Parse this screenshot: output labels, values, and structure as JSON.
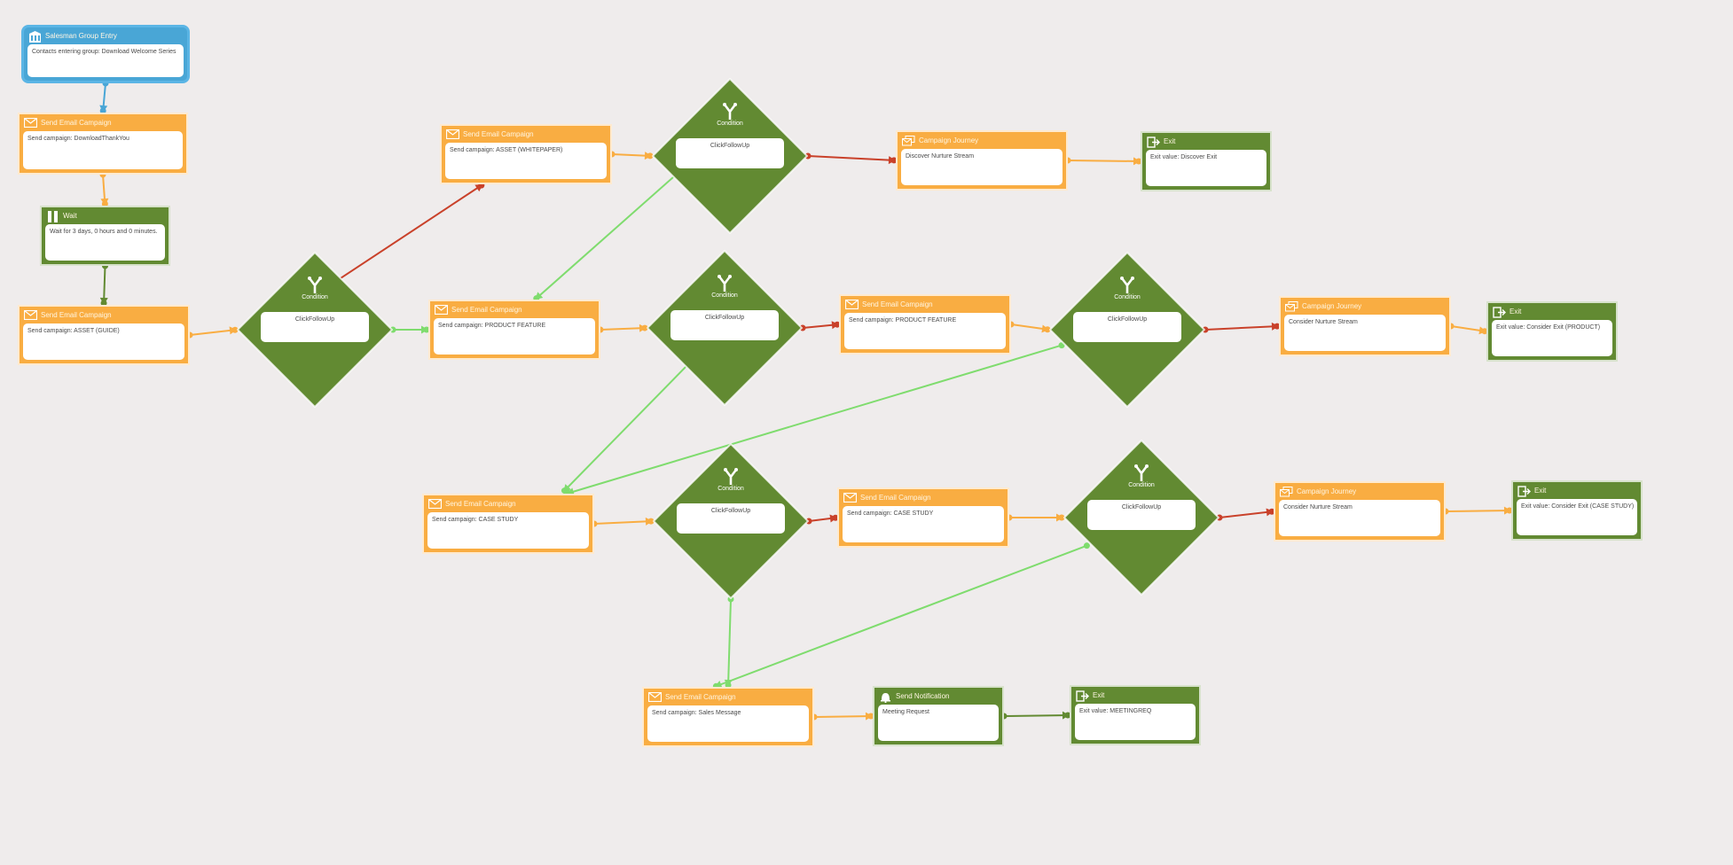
{
  "nodes": [
    {
      "id": "entry",
      "kind": "box",
      "color": "blue",
      "icon": "group-entry-icon",
      "header": "Salesman Group Entry",
      "body": "Contacts entering group: Download Welcome Series"
    },
    {
      "id": "email_thanks",
      "kind": "box",
      "color": "orange",
      "icon": "envelope-icon",
      "header": "Send Email Campaign",
      "body": "Send campaign: DownloadThankYou"
    },
    {
      "id": "wait",
      "kind": "box",
      "color": "green",
      "icon": "pause-icon",
      "header": "Wait",
      "body": "Wait for 3 days, 0 hours and 0 minutes."
    },
    {
      "id": "email_guide",
      "kind": "box",
      "color": "orange",
      "icon": "envelope-icon",
      "header": "Send Email Campaign",
      "body": "Send campaign: ASSET (GUIDE)"
    },
    {
      "id": "cond1",
      "kind": "diamond",
      "icon": "fork-icon",
      "header": "Condition",
      "body": "ClickFollowUp"
    },
    {
      "id": "email_whitepaper",
      "kind": "box",
      "color": "orange",
      "icon": "envelope-icon",
      "header": "Send Email Campaign",
      "body": "Send campaign: ASSET (WHITEPAPER)"
    },
    {
      "id": "cond2",
      "kind": "diamond",
      "icon": "fork-icon",
      "header": "Condition",
      "body": "ClickFollowUp"
    },
    {
      "id": "journey_discover",
      "kind": "box",
      "color": "orange",
      "icon": "journey-icon",
      "header": "Campaign Journey",
      "body": "Discover Nurture Stream"
    },
    {
      "id": "exit_discover",
      "kind": "box",
      "color": "green",
      "icon": "exit-icon",
      "header": "Exit",
      "body": "Exit value: Discover Exit"
    },
    {
      "id": "email_product",
      "kind": "box",
      "color": "orange",
      "icon": "envelope-icon",
      "header": "Send Email Campaign",
      "body": "Send campaign: PRODUCT FEATURE"
    },
    {
      "id": "cond3",
      "kind": "diamond",
      "icon": "fork-icon",
      "header": "Condition",
      "body": "ClickFollowUp"
    },
    {
      "id": "email_product2",
      "kind": "box",
      "color": "orange",
      "icon": "envelope-icon",
      "header": "Send Email Campaign",
      "body": "Send campaign: PRODUCT FEATURE"
    },
    {
      "id": "cond4",
      "kind": "diamond",
      "icon": "fork-icon",
      "header": "Condition",
      "body": "ClickFollowUp"
    },
    {
      "id": "journey_consider1",
      "kind": "box",
      "color": "orange",
      "icon": "journey-icon",
      "header": "Campaign Journey",
      "body": "Consider Nurture Stream"
    },
    {
      "id": "exit_product",
      "kind": "box",
      "color": "green",
      "icon": "exit-icon",
      "header": "Exit",
      "body": "Exit value: Consider Exit (PRODUCT)"
    },
    {
      "id": "email_case",
      "kind": "box",
      "color": "orange",
      "icon": "envelope-icon",
      "header": "Send Email Campaign",
      "body": "Send campaign: CASE STUDY"
    },
    {
      "id": "cond5",
      "kind": "diamond",
      "icon": "fork-icon",
      "header": "Condition",
      "body": "ClickFollowUp"
    },
    {
      "id": "email_case2",
      "kind": "box",
      "color": "orange",
      "icon": "envelope-icon",
      "header": "Send Email Campaign",
      "body": "Send campaign: CASE STUDY"
    },
    {
      "id": "cond6",
      "kind": "diamond",
      "icon": "fork-icon",
      "header": "Condition",
      "body": "ClickFollowUp"
    },
    {
      "id": "journey_consider2",
      "kind": "box",
      "color": "orange",
      "icon": "journey-icon",
      "header": "Campaign Journey",
      "body": "Consider Nurture Stream"
    },
    {
      "id": "exit_case",
      "kind": "box",
      "color": "green",
      "icon": "exit-icon",
      "header": "Exit",
      "body": "Exit value: Consider Exit (CASE STUDY)"
    },
    {
      "id": "email_sales",
      "kind": "box",
      "color": "orange",
      "icon": "envelope-icon",
      "header": "Send Email Campaign",
      "body": "Send campaign: Sales Message"
    },
    {
      "id": "notify",
      "kind": "box",
      "color": "green",
      "icon": "bell-icon",
      "header": "Send Notification",
      "body": "Meeting Request"
    },
    {
      "id": "exit_meeting",
      "kind": "box",
      "color": "green",
      "icon": "exit-icon",
      "header": "Exit",
      "body": "Exit value: MEETINGREQ"
    }
  ],
  "edges": [
    {
      "from": "entry",
      "to": "email_thanks",
      "type": "flow",
      "color": "blue"
    },
    {
      "from": "email_thanks",
      "to": "wait",
      "type": "flow",
      "color": "orange"
    },
    {
      "from": "wait",
      "to": "email_guide",
      "type": "flow",
      "color": "green"
    },
    {
      "from": "email_guide",
      "to": "cond1",
      "type": "flow",
      "color": "orange"
    },
    {
      "from": "cond1",
      "to": "email_whitepaper",
      "type": "no",
      "color": "red"
    },
    {
      "from": "cond1",
      "to": "email_product",
      "type": "yes",
      "color": "lightgreen"
    },
    {
      "from": "email_whitepaper",
      "to": "cond2",
      "type": "flow",
      "color": "orange"
    },
    {
      "from": "cond2",
      "to": "journey_discover",
      "type": "no",
      "color": "red"
    },
    {
      "from": "cond2",
      "to": "email_product",
      "type": "yes",
      "color": "lightgreen"
    },
    {
      "from": "journey_discover",
      "to": "exit_discover",
      "type": "flow",
      "color": "orange"
    },
    {
      "from": "email_product",
      "to": "cond3",
      "type": "flow",
      "color": "orange"
    },
    {
      "from": "cond3",
      "to": "email_product2",
      "type": "no",
      "color": "red"
    },
    {
      "from": "cond3",
      "to": "email_case",
      "type": "yes",
      "color": "lightgreen"
    },
    {
      "from": "email_product2",
      "to": "cond4",
      "type": "flow",
      "color": "orange"
    },
    {
      "from": "cond4",
      "to": "journey_consider1",
      "type": "no",
      "color": "red"
    },
    {
      "from": "cond4",
      "to": "email_case",
      "type": "yes",
      "color": "lightgreen"
    },
    {
      "from": "journey_consider1",
      "to": "exit_product",
      "type": "flow",
      "color": "orange"
    },
    {
      "from": "email_case",
      "to": "cond5",
      "type": "flow",
      "color": "orange"
    },
    {
      "from": "cond5",
      "to": "email_case2",
      "type": "no",
      "color": "red"
    },
    {
      "from": "cond5",
      "to": "email_sales",
      "type": "yes",
      "color": "lightgreen"
    },
    {
      "from": "email_case2",
      "to": "cond6",
      "type": "flow",
      "color": "orange"
    },
    {
      "from": "cond6",
      "to": "journey_consider2",
      "type": "no",
      "color": "red"
    },
    {
      "from": "cond6",
      "to": "email_sales",
      "type": "yes",
      "color": "lightgreen"
    },
    {
      "from": "journey_consider2",
      "to": "exit_case",
      "type": "flow",
      "color": "orange"
    },
    {
      "from": "email_sales",
      "to": "notify",
      "type": "flow",
      "color": "orange"
    },
    {
      "from": "notify",
      "to": "exit_meeting",
      "type": "flow",
      "color": "green"
    }
  ],
  "colors": {
    "orange": "#f9ad42",
    "green": "#628a32",
    "blue": "#49a6d6",
    "red": "#c9412a",
    "lightgreen": "#7fdc6e",
    "background": "#efecec"
  }
}
